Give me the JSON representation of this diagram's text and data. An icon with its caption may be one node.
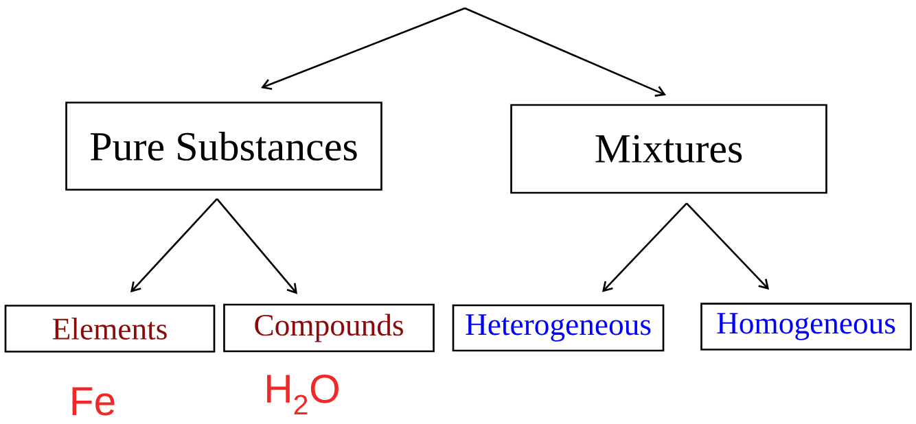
{
  "diagram": {
    "nodes": [
      {
        "text": [
          "Pure Substances"
        ]
      },
      {
        "text": [
          "Mixtures"
        ]
      },
      {
        "text": [
          "Elements"
        ]
      },
      {
        "text": [
          "Compounds"
        ]
      },
      {
        "text": [
          "Heterogeneous"
        ]
      },
      {
        "text": [
          "Homogeneous"
        ]
      }
    ],
    "edges": [
      {
        "from": null,
        "to": 0,
        "arrow": "to"
      },
      {
        "from": null,
        "to": 1,
        "arrow": "to"
      },
      {
        "from": 0,
        "to": 2,
        "arrow": "to"
      },
      {
        "from": 0,
        "to": 3,
        "arrow": "to"
      },
      {
        "from": 1,
        "to": 4,
        "arrow": "to"
      },
      {
        "from": 1,
        "to": 5,
        "arrow": "to"
      }
    ],
    "labels": [
      "Fe",
      "H$_{2}$O"
    ]
  }
}
